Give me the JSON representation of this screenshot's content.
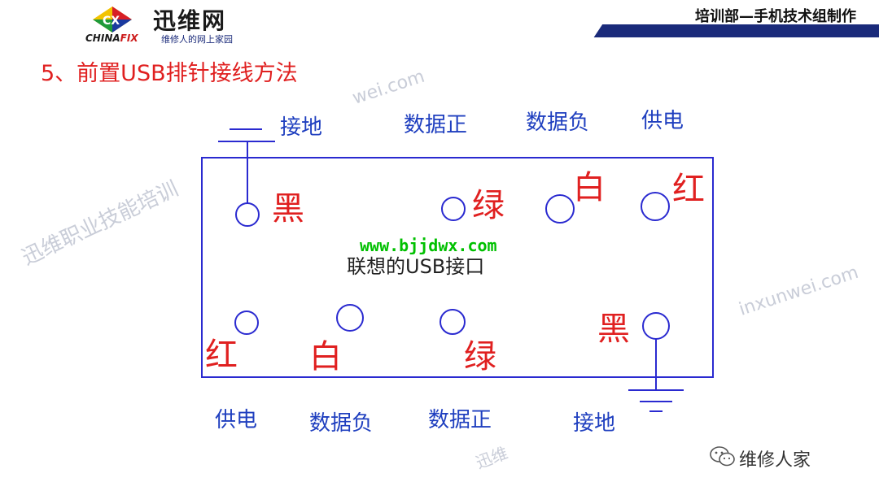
{
  "header": {
    "brand_cn": "迅维网",
    "brand_en_a": "CHINA",
    "brand_en_b": "FIX",
    "brand_sub": "维修人的网上家园",
    "department": "培训部—手机技术组制作"
  },
  "title": "5、前置USB排针接线方法",
  "watermarks": {
    "left": "迅维职业技能培训",
    "top": "wei.com",
    "right": "inxunwei.com",
    "bottom": "迅维"
  },
  "diagram": {
    "top_labels": {
      "ground": "接地",
      "data_pos": "数据正",
      "data_neg": "数据负",
      "power": "供电"
    },
    "bottom_labels": {
      "power": "供电",
      "data_neg": "数据负",
      "data_pos": "数据正",
      "ground": "接地"
    },
    "top_colors": {
      "pin1": "黑",
      "pin2": "绿",
      "pin3": "白",
      "pin4": "红"
    },
    "bottom_colors": {
      "pin1": "红",
      "pin2": "白",
      "pin3": "绿",
      "pin4": "黑"
    },
    "url": "www.bjjdwx.com",
    "center_label": "联想的USB接口",
    "line_color": "#2a2ad0"
  },
  "footer": {
    "wechat": "维修人家"
  }
}
